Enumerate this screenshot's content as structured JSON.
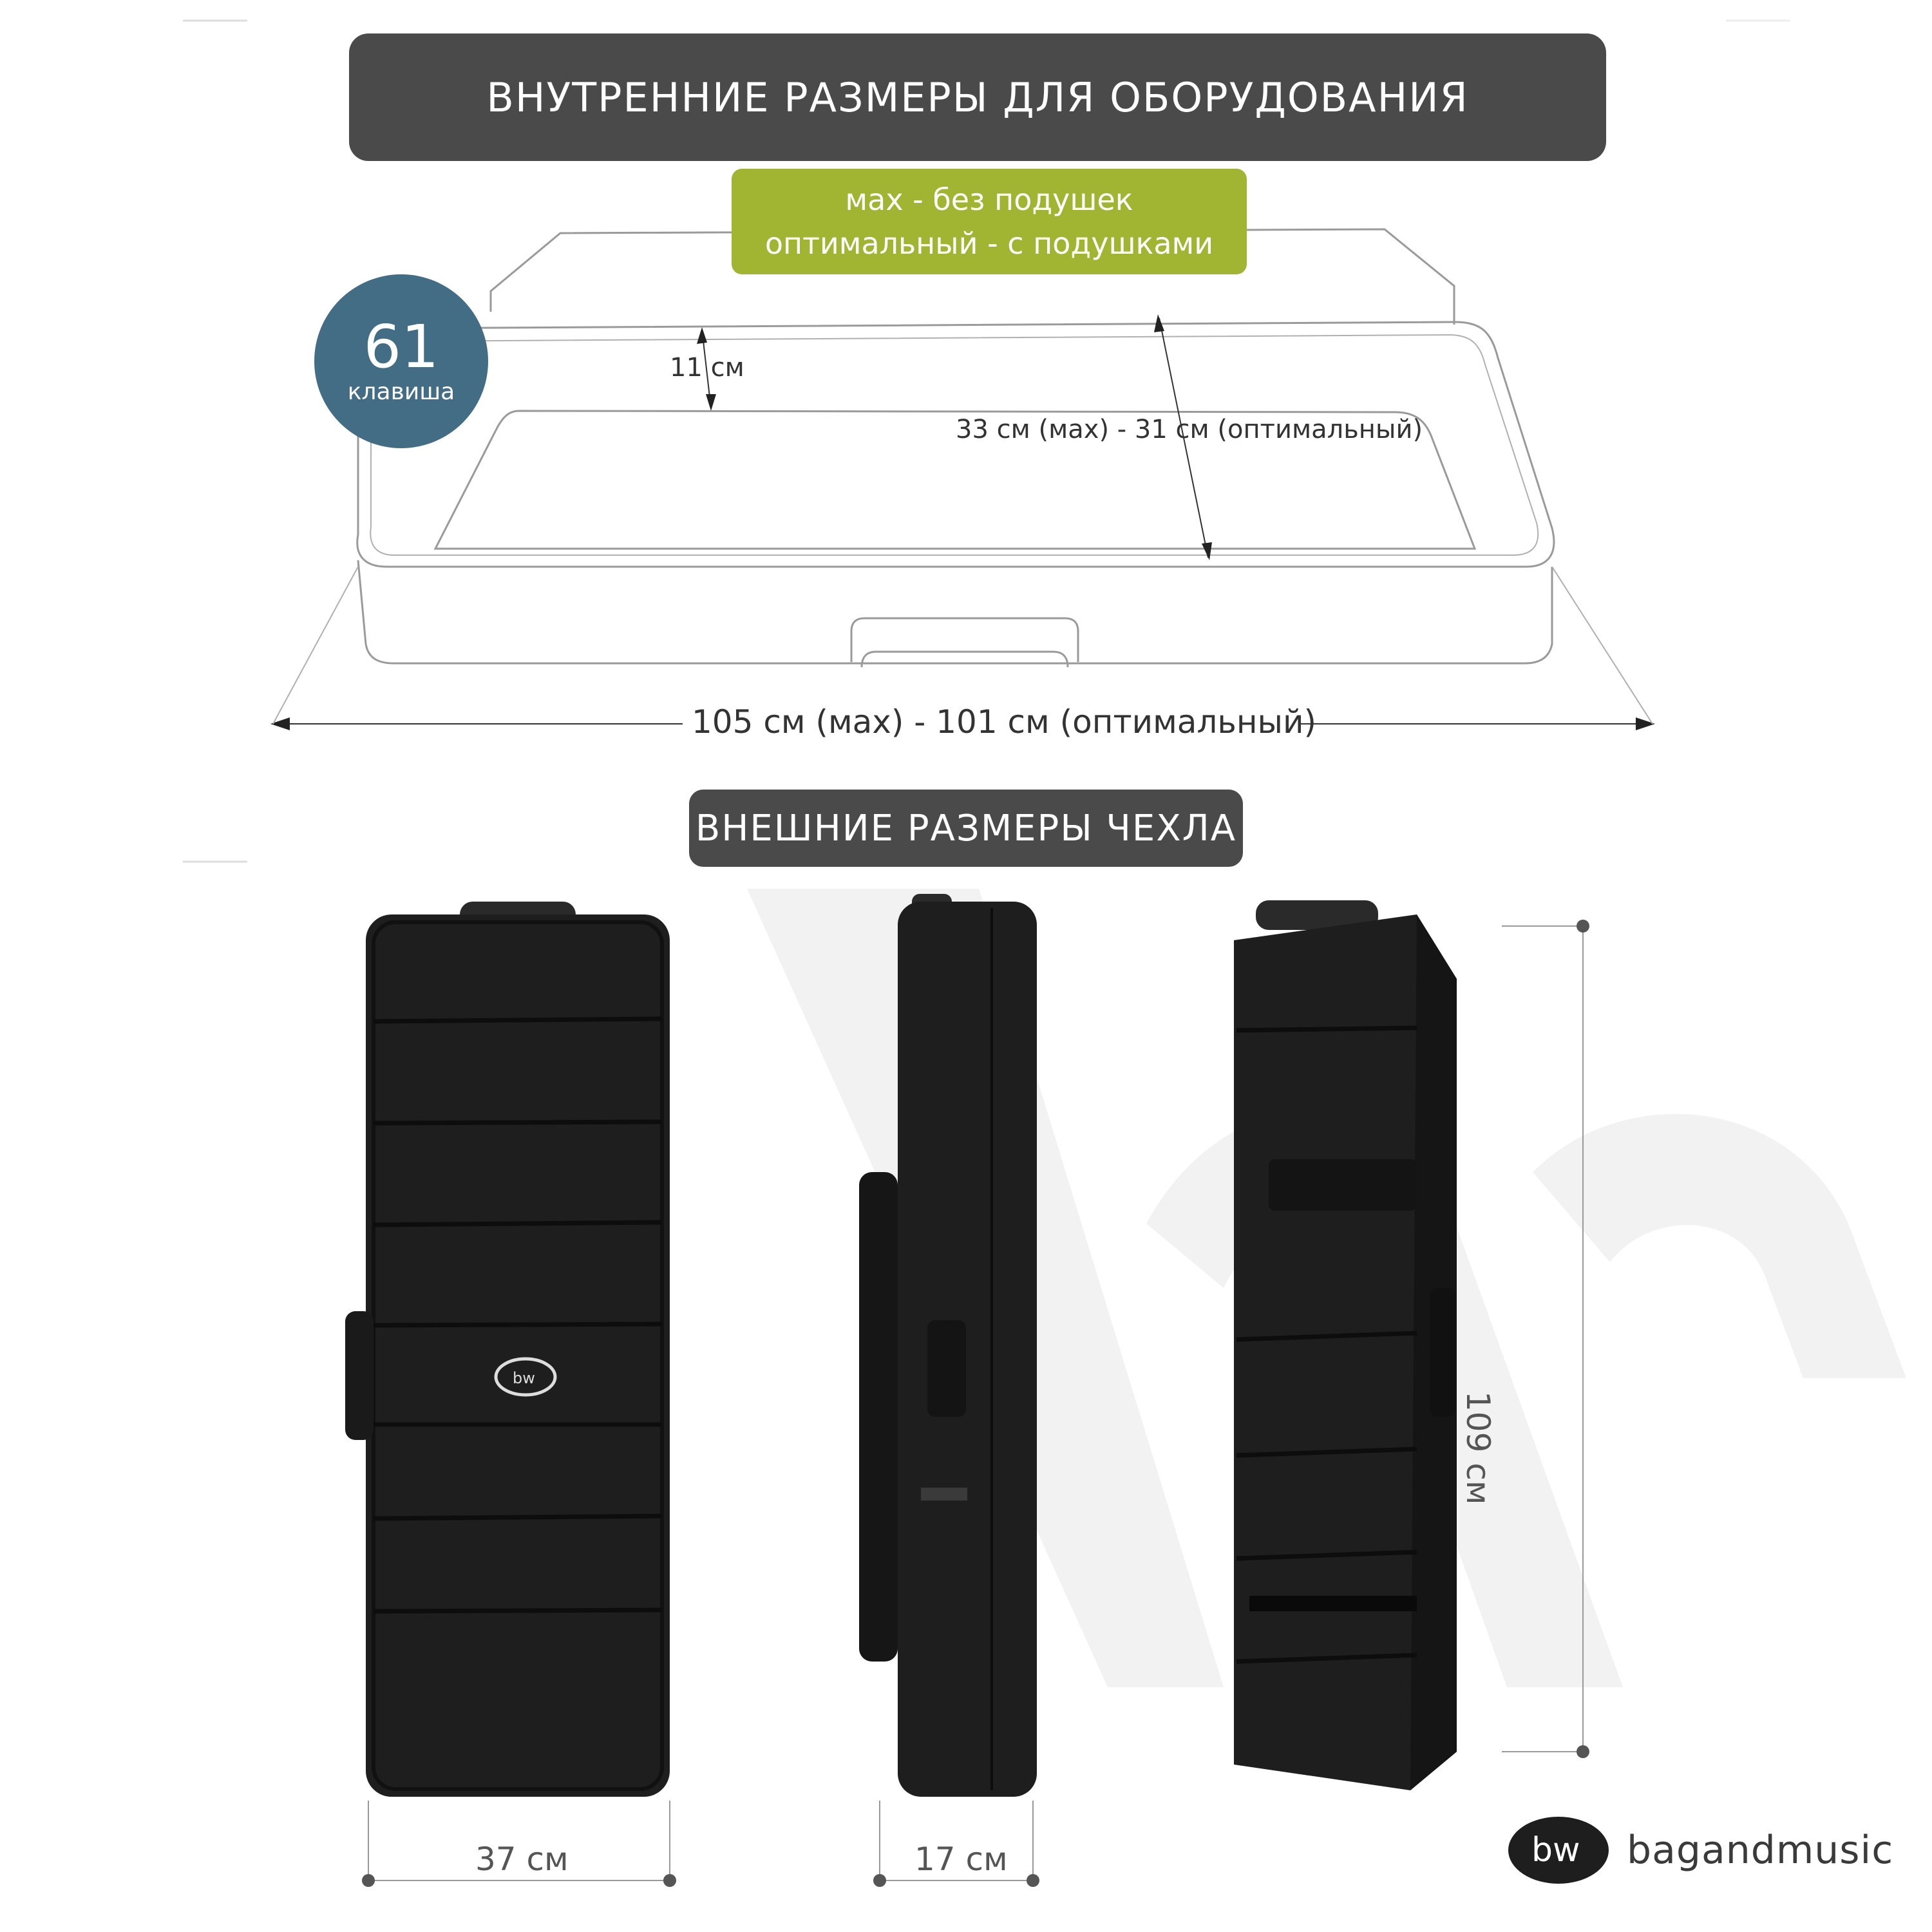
{
  "header": {
    "inner_title": "ВНУТРЕННИЕ РАЗМЕРЫ ДЛЯ ОБОРУДОВАНИЯ",
    "outer_title": "ВНЕШНИЕ РАЗМЕРЫ ЧЕХЛА"
  },
  "legend": {
    "line1": "мах - без подушек",
    "line2": "оптимальный - с подушками"
  },
  "badge": {
    "number": "61",
    "label": "клавиша"
  },
  "inner_dimensions": {
    "height": "11 см",
    "depth": "33 см (мах) - 31 см (оптимальный)",
    "length": "105 см (мах) - 101 см (оптимальный)"
  },
  "outer_dimensions": {
    "width": "37 см",
    "thickness": "17 см",
    "height": "109 см"
  },
  "brand": {
    "logo_text": "bw",
    "name": "bagandmusic"
  },
  "colors": {
    "banner": "#4a4a4a",
    "legend_green": "#a1b532",
    "badge_blue": "#436c85",
    "bag_black": "#1e1e1e"
  }
}
